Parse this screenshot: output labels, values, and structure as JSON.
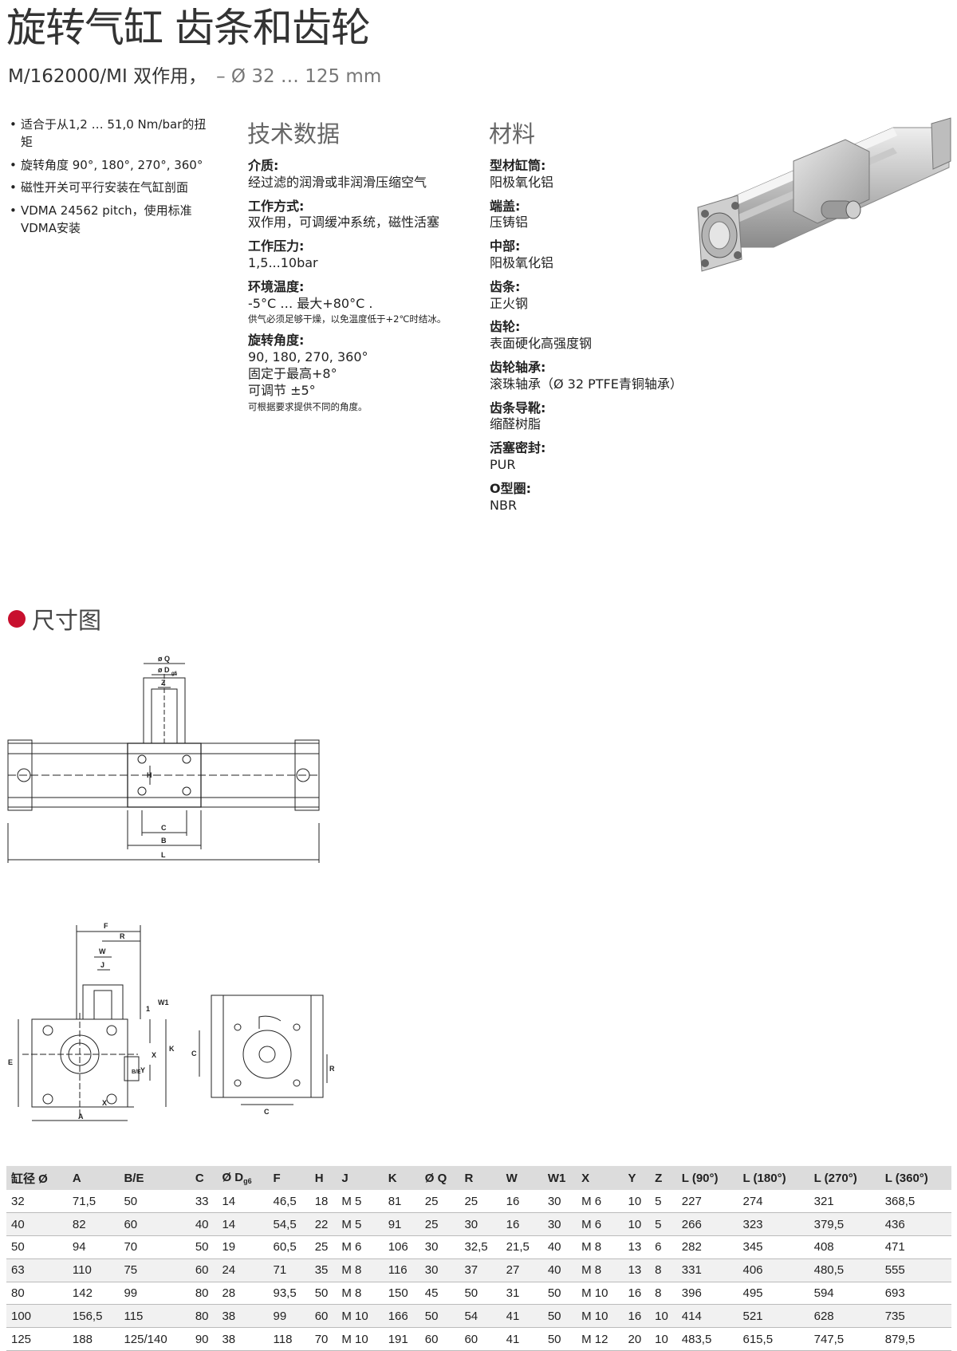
{
  "header": {
    "title": "旋转气缸 齿条和齿轮",
    "model": "M/162000/MI  双作用，",
    "range": "– Ø 32 … 125 mm"
  },
  "features": [
    "适合于从1,2 … 51,0 Nm/bar的扭矩",
    "旋转角度 90°, 180°, 270°, 360°",
    " 磁性开关可平行安装在气缸剖面",
    "VDMA 24562 pitch，使用标准VDMA安装"
  ],
  "tech": {
    "heading": "技术数据",
    "items": [
      {
        "label": "介质:",
        "value": "经过滤的润滑或非润滑压缩空气"
      },
      {
        "label": "工作方式:",
        "value": "双作用，可调缓冲系统，磁性活塞"
      },
      {
        "label": "工作压力:",
        "value": "1,5...10bar"
      },
      {
        "label": "环境温度:",
        "value": "-5°C … 最大+80°C .",
        "note": "供气必须足够干燥，以免温度低于+2℃时结冰。"
      },
      {
        "label": "旋转角度:",
        "value": "90, 180, 270, 360°",
        "value2": "固定于最高+8°",
        "value3": "可调节 ±5°",
        "note": "可根据要求提供不同的角度。"
      }
    ]
  },
  "materials": {
    "heading": "材料",
    "items": [
      {
        "label": "型材缸筒:",
        "value": "阳极氧化铝"
      },
      {
        "label": "端盖:",
        "value": "压铸铝"
      },
      {
        "label": "中部:",
        "value": "阳极氧化铝"
      },
      {
        "label": "齿条:",
        "value": "正火钢"
      },
      {
        "label": "齿轮:",
        "value": "表面硬化高强度钢"
      },
      {
        "label": "齿轮轴承:",
        "value": "滚珠轴承（Ø 32 PTFE青铜轴承）"
      },
      {
        "label": "齿条导靴:",
        "value": "缩醛树脂"
      },
      {
        "label": "活塞密封:",
        "value": "PUR"
      },
      {
        "label": "O型圈:",
        "value": "NBR"
      }
    ]
  },
  "dimensions": {
    "heading": "尺寸图",
    "accent_color": "#c8102e",
    "labels": {
      "oq": "ø Q",
      "od": "ø D",
      "od_sub": "g6",
      "z": "Z",
      "h": "H",
      "c": "C",
      "b": "B",
      "l": "L",
      "f": "F",
      "r": "R",
      "w": "W",
      "j": "J",
      "w1": "W1",
      "one": "1",
      "k": "K",
      "x": "X",
      "y": "Y",
      "e": "E",
      "a": "A",
      "be": "B/E"
    }
  },
  "table": {
    "headers": [
      "缸径 Ø",
      "A",
      "B/E",
      "C",
      "Ø D",
      "F",
      "H",
      "J",
      "K",
      "Ø Q",
      "R",
      "W",
      "W1",
      "X",
      "Y",
      "Z",
      "L (90°)",
      "L (180°)",
      "L (270°)",
      "L (360°)"
    ],
    "od_sub": "g6",
    "rows": [
      [
        "32",
        "71,5",
        "50",
        "33",
        "14",
        "46,5",
        "18",
        "M 5",
        "81",
        "25",
        "25",
        "16",
        "30",
        "M 6",
        "10",
        "5",
        "227",
        "274",
        "321",
        "368,5"
      ],
      [
        "40",
        "82",
        "60",
        "40",
        "14",
        "54,5",
        "22",
        "M 5",
        "91",
        "25",
        "30",
        "16",
        "30",
        "M 6",
        "10",
        "5",
        "266",
        "323",
        "379,5",
        "436"
      ],
      [
        "50",
        "94",
        "70",
        "50",
        "19",
        "60,5",
        "25",
        "M 6",
        "106",
        "30",
        "32,5",
        "21,5",
        "40",
        "M 8",
        "13",
        "6",
        "282",
        "345",
        "408",
        "471"
      ],
      [
        "63",
        "110",
        "75",
        "60",
        "24",
        "71",
        "35",
        "M 8",
        "116",
        "30",
        "37",
        "27",
        "40",
        "M 8",
        "13",
        "8",
        "331",
        "406",
        "480,5",
        "555"
      ],
      [
        "80",
        "142",
        "99",
        "80",
        "28",
        "93,5",
        "50",
        "M 8",
        "150",
        "45",
        "50",
        "31",
        "50",
        "M 10",
        "16",
        "8",
        "396",
        "495",
        "594",
        "693"
      ],
      [
        "100",
        "156,5",
        "115",
        "80",
        "38",
        "99",
        "60",
        "M 10",
        "166",
        "50",
        "54",
        "41",
        "50",
        "M 10",
        "16",
        "10",
        "414",
        "521",
        "628",
        "735"
      ],
      [
        "125",
        "188",
        "125/140",
        "90",
        "38",
        "118",
        "70",
        "M 10",
        "191",
        "60",
        "60",
        "41",
        "50",
        "M 12",
        "20",
        "10",
        "483,5",
        "615,5",
        "747,5",
        "879,5"
      ]
    ]
  }
}
